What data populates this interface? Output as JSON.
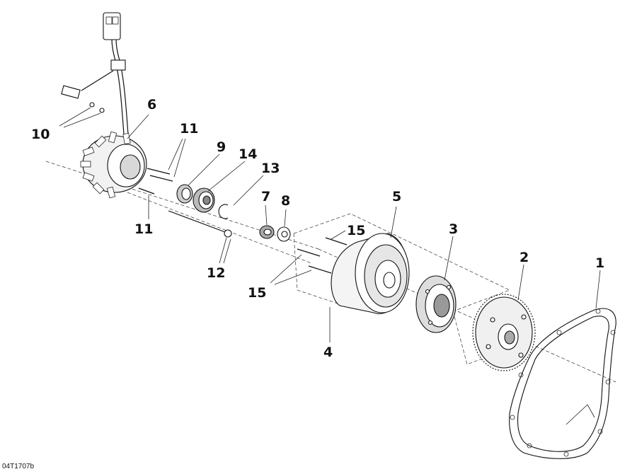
{
  "callouts": {
    "c1": "1",
    "c2": "2",
    "c3": "3",
    "c4": "4",
    "c5": "5",
    "c6": "6",
    "c7": "7",
    "c8": "8",
    "c9": "9",
    "c10": "10",
    "c11a": "11",
    "c11b": "11",
    "c12": "12",
    "c13": "13",
    "c14": "14",
    "c15a": "15",
    "c15b": "15"
  },
  "reference_code": "04T1707b"
}
